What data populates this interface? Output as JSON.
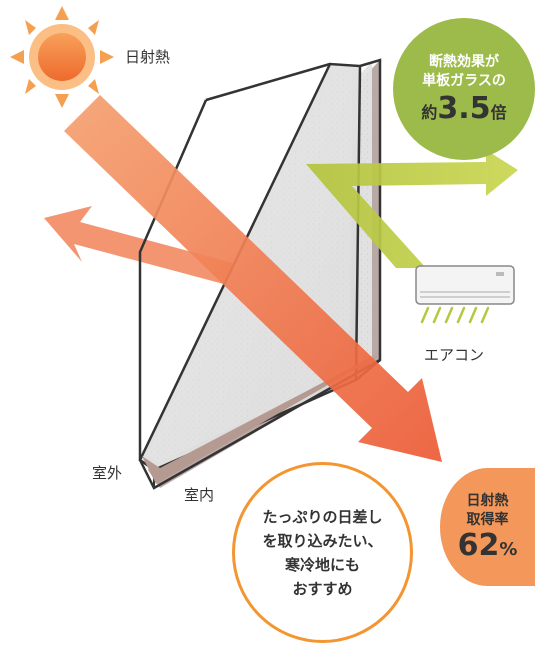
{
  "labels": {
    "solar_heat": "日射熱",
    "air_conditioner": "エアコン",
    "outdoor": "室外",
    "indoor": "室内"
  },
  "insulation_badge": {
    "line1": "断熱効果が",
    "line2": "単板ガラスの",
    "prefix": "約",
    "value": "3.5",
    "suffix": "倍"
  },
  "gain_badge": {
    "line1": "日射熱",
    "line2": "取得率",
    "value": "62",
    "unit": "%"
  },
  "note": {
    "line1": "たっぷりの日差し",
    "line2": "を取り込みたい、",
    "line3": "寒冷地にも",
    "line4": "おすすめ"
  },
  "colors": {
    "sun": "#f37a3c",
    "sun_ray": "#f39a50",
    "heat_arrow": "#ee6b3d",
    "reflect_arrow": "#f08a60",
    "ac_arrow": "#b6c83f",
    "green_badge": "#9dbb4a",
    "orange_badge": "#f3975a",
    "note_border": "#f39530"
  }
}
